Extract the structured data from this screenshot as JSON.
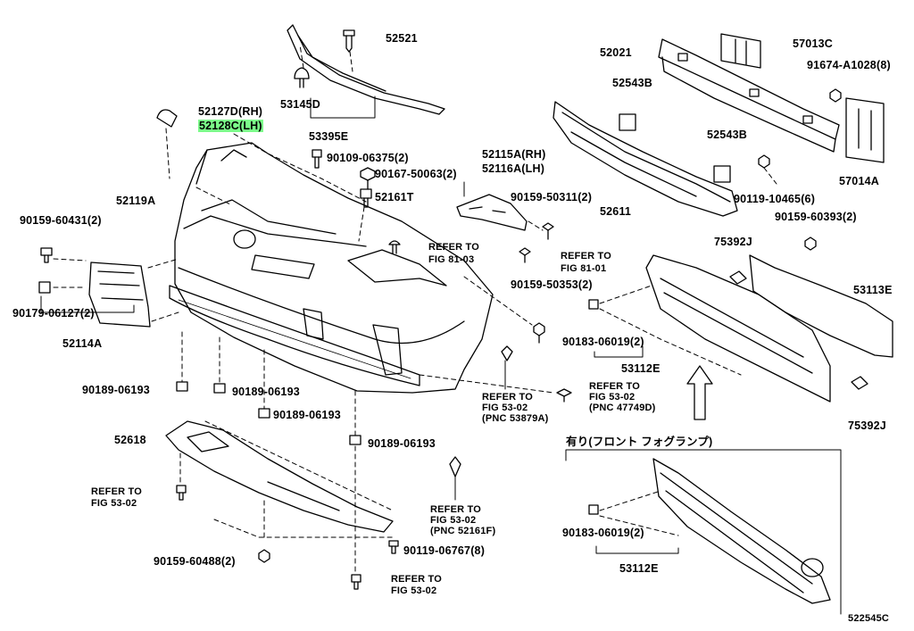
{
  "diagram_id": "522545C",
  "fog_lamp_note": "有り(フロント フォグランプ)",
  "highlight_color": "#7CFC8A",
  "parts": {
    "p52521": "52521",
    "p53145D": "53145D",
    "p53395E": "53395E",
    "p52127D": "52127D(RH)",
    "p52128C": "52128C(LH)",
    "p52119A": "52119A",
    "p90109": "90109-06375(2)",
    "p90167": "90167-50063(2)",
    "p52161T": "52161T",
    "p90159_60431": "90159-60431(2)",
    "p90179": "90179-06127(2)",
    "p52114A": "52114A",
    "p52115A": "52115A(RH)",
    "p52116A": "52116A(LH)",
    "p90159_50311": "90159-50311(2)",
    "ref81_03_a": "REFER TO",
    "ref81_03_b": "FIG 81-03",
    "ref81_01_a": "REFER TO",
    "ref81_01_b": "FIG 81-01",
    "p90159_50353": "90159-50353(2)",
    "p52021": "52021",
    "p52543B_1": "52543B",
    "p52543B_2": "52543B",
    "p52611": "52611",
    "p57013C": "57013C",
    "p91674": "91674-A1028(8)",
    "p57014A": "57014A",
    "p90119_10465": "90119-10465(6)",
    "p90159_60393": "90159-60393(2)",
    "p75392J_1": "75392J",
    "p53113E": "53113E",
    "p90183_1": "90183-06019(2)",
    "p53112E_1": "53112E",
    "p75392J_2": "75392J",
    "ref53_02_a_1": "REFER TO",
    "ref53_02_a_2": "FIG 53-02",
    "ref53_02_a_3": "(PNC 53879A)",
    "ref53_02_b_1": "REFER TO",
    "ref53_02_b_2": "FIG 53-02",
    "ref53_02_b_3": "(PNC 47749D)",
    "p90189_1": "90189-06193",
    "p90189_2": "90189-06193",
    "p90189_3": "90189-06193",
    "p90189_4": "90189-06193",
    "p52618": "52618",
    "ref53_02_c_1": "REFER TO",
    "ref53_02_c_2": "FIG 53-02",
    "ref53_02_d_1": "REFER TO",
    "ref53_02_d_2": "FIG 53-02",
    "ref53_02_d_3": "(PNC 52161F)",
    "p90119_06767": "90119-06767(8)",
    "p90159_60488": "90159-60488(2)",
    "ref53_02_e_1": "REFER TO",
    "ref53_02_e_2": "FIG 53-02",
    "p90183_2": "90183-06019(2)",
    "p53112E_2": "53112E"
  }
}
